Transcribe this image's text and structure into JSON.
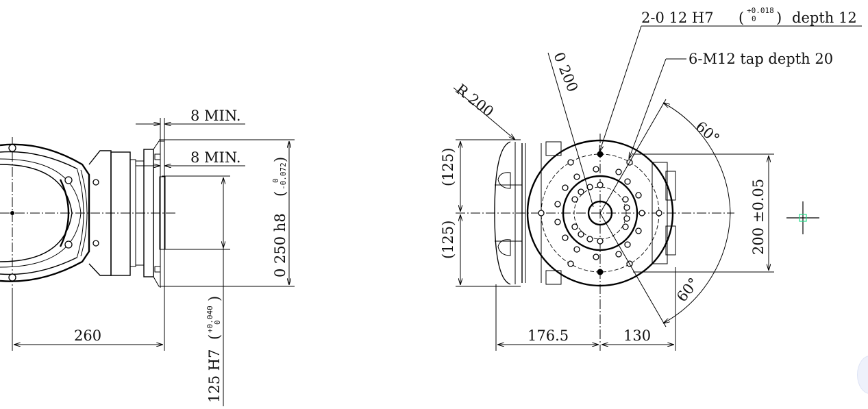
{
  "drawing": {
    "type": "CAD technical drawing - robot wrist flange",
    "side_view": {
      "dim_gap_top": "8  MIN.",
      "dim_gap_inner": "8  MIN.",
      "dim_outer_dia": "0  250 h8",
      "dim_outer_dia_tol_upper": "0",
      "dim_outer_dia_tol_lower": "-0.072",
      "dim_length": "260",
      "dim_bore": "125 H7",
      "dim_bore_tol_upper": "+0.040",
      "dim_bore_tol_lower": "0"
    },
    "front_view": {
      "callout_pin_hole": "2-0  12 H7",
      "callout_pin_tol_upper": "+0.018",
      "callout_pin_tol_lower": "0",
      "callout_pin_depth": "depth 12",
      "callout_tap": "6-M12 tap depth 20",
      "dim_radius": "R 200",
      "dim_pcd": "0 200",
      "dim_half_upper": "(125)",
      "dim_half_lower": "(125)",
      "angle_upper": "60°",
      "angle_lower": "60°",
      "dim_pin_spacing": "200  ±0.05",
      "dim_left_offset": "176.5",
      "dim_right_offset": "130"
    },
    "cursor": {
      "type": "crosshair",
      "snap_box_color": "#22dd88"
    }
  }
}
